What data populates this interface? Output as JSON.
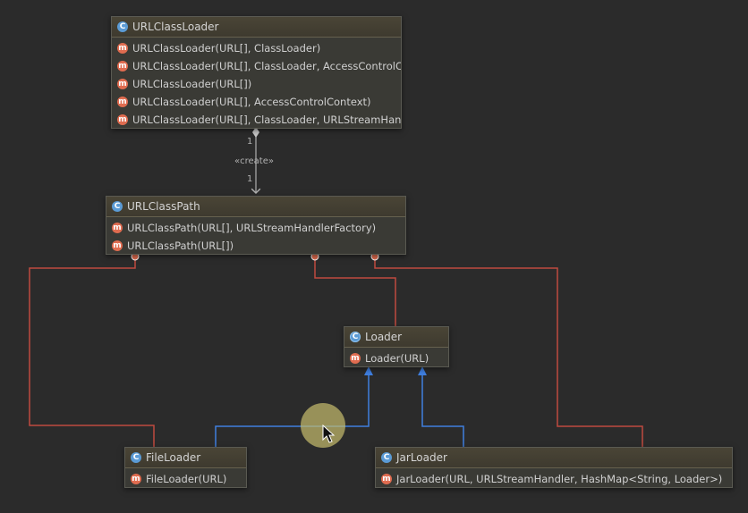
{
  "colors": {
    "background": "#2b2b2b",
    "dependency_line": "#c04a3f",
    "inheritance_line": "#3f7fe0",
    "association_line": "#b0b0b0"
  },
  "classes": {
    "urlclassloader": {
      "name": "URLClassLoader",
      "icon": "class-icon",
      "members": [
        "URLClassLoader(URL[], ClassLoader)",
        "URLClassLoader(URL[], ClassLoader, AccessControlCo",
        "URLClassLoader(URL[])",
        "URLClassLoader(URL[], AccessControlContext)",
        "URLClassLoader(URL[], ClassLoader, URLStreamHandle"
      ]
    },
    "urlclasspath": {
      "name": "URLClassPath",
      "icon": "class-icon",
      "members": [
        "URLClassPath(URL[], URLStreamHandlerFactory)",
        "URLClassPath(URL[])"
      ]
    },
    "loader": {
      "name": "Loader",
      "icon": "class-icon",
      "members": [
        "Loader(URL)"
      ]
    },
    "fileloader": {
      "name": "FileLoader",
      "icon": "class-icon",
      "members": [
        "FileLoader(URL)"
      ]
    },
    "jarloader": {
      "name": "JarLoader",
      "icon": "class-icon",
      "members": [
        "JarLoader(URL, URLStreamHandler, HashMap<String, Loader>)"
      ]
    }
  },
  "edges": {
    "create": {
      "stereotype": "«create»",
      "source_multiplicity": "1",
      "target_multiplicity": "1"
    }
  },
  "icon_glyphs": {
    "class": "C",
    "method": "m"
  }
}
